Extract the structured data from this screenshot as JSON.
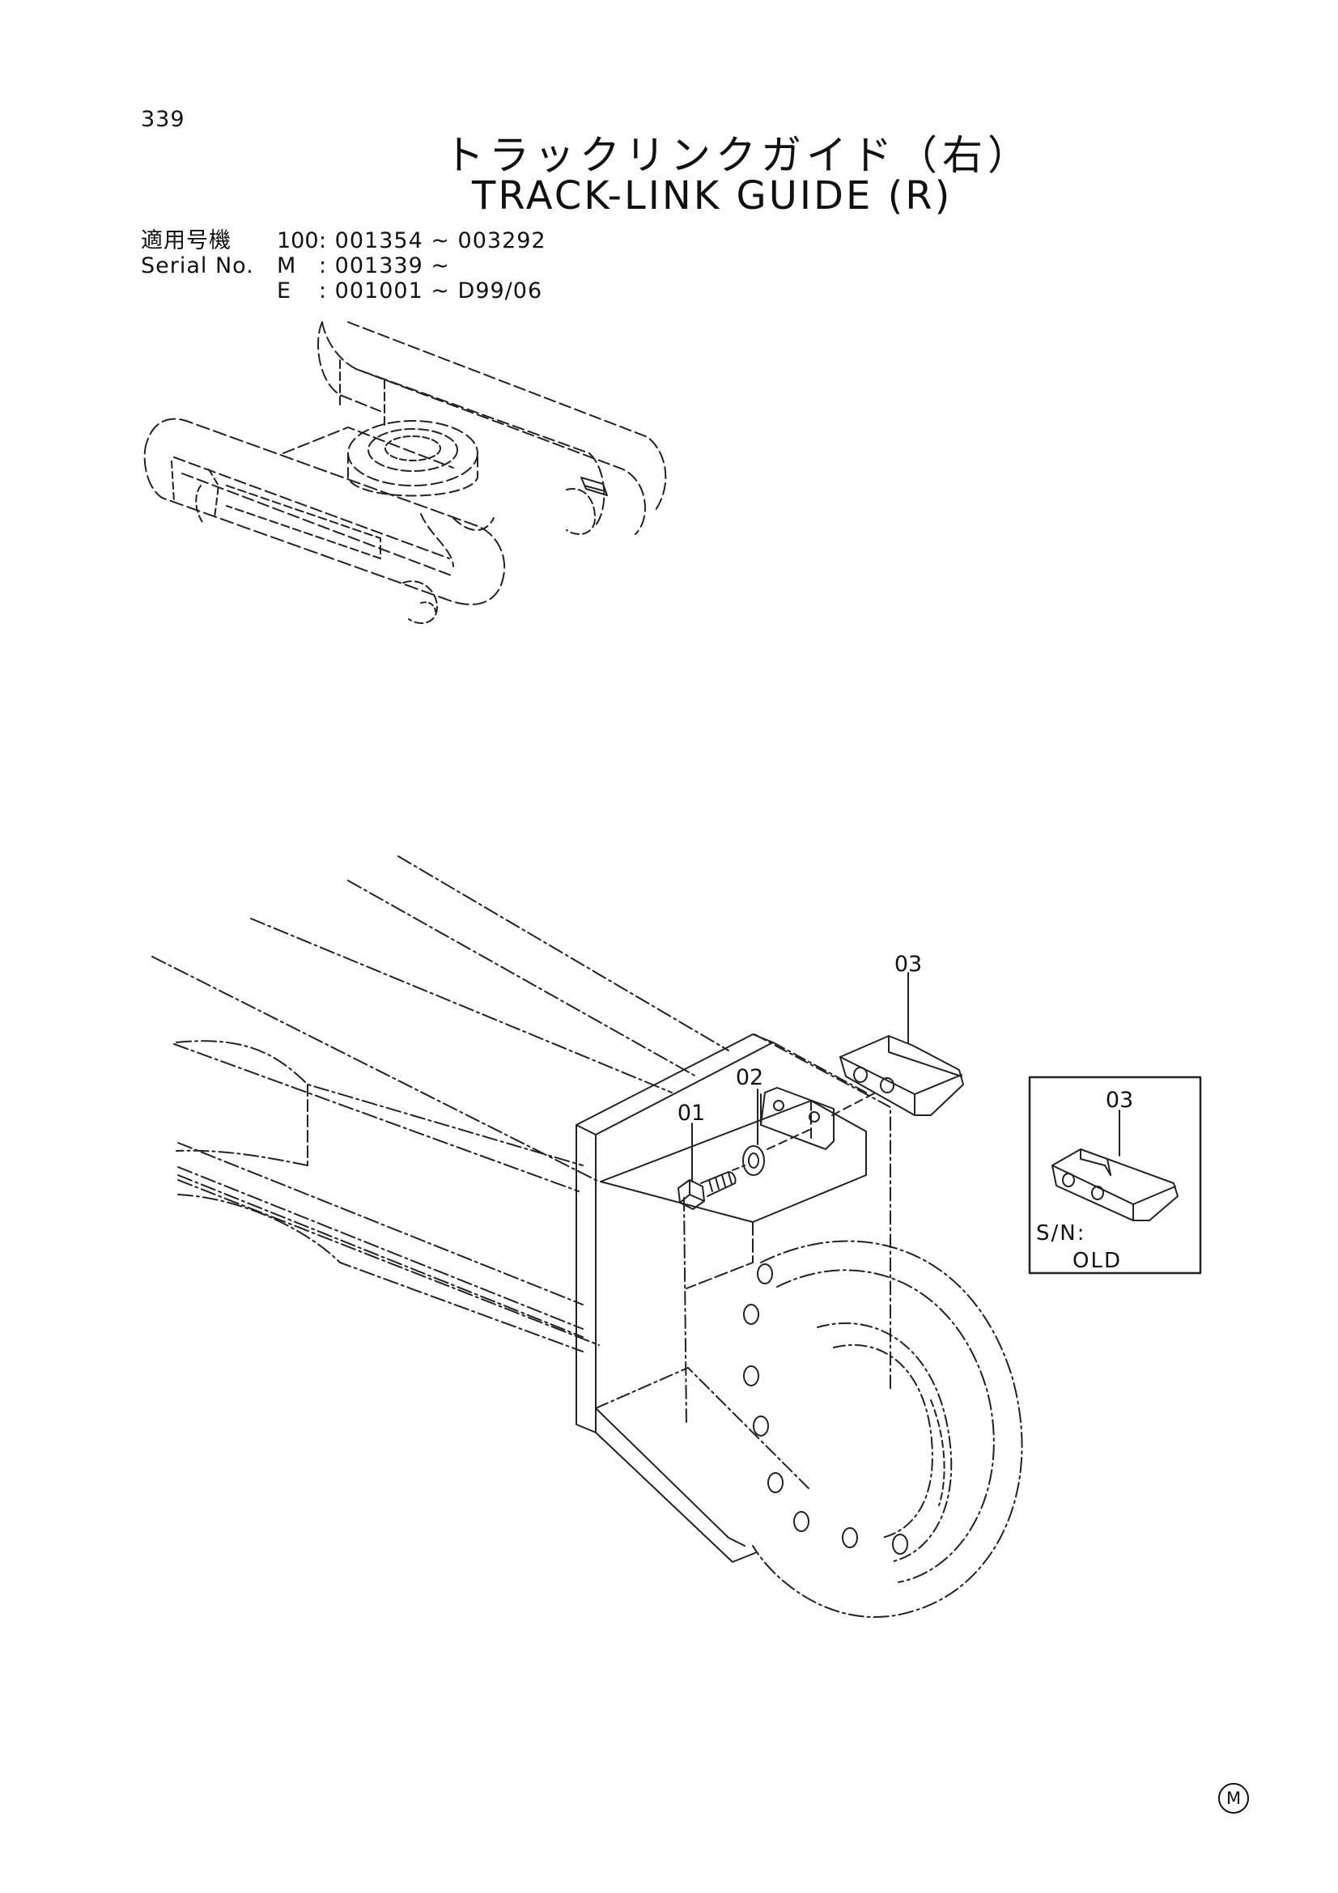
{
  "page_number": "339",
  "title_ja": "トラックリンクガイド（右）",
  "title_en": "TRACK-LINK GUIDE (R)",
  "serial": {
    "label_ja": "適用号機",
    "label_en": "Serial No.",
    "rows": [
      {
        "model": "100",
        "range": ": 001354 ~ 003292"
      },
      {
        "model": "M",
        "range": ": 001339 ~"
      },
      {
        "model": "E",
        "range": ": 001001 ~ D99/06"
      }
    ]
  },
  "callouts": {
    "bolt": "01",
    "washer": "02",
    "guide": "03",
    "inset_guide": "03"
  },
  "inset": {
    "sn_label": "S/N:",
    "sn_value": "OLD"
  },
  "footer_mark": "M"
}
